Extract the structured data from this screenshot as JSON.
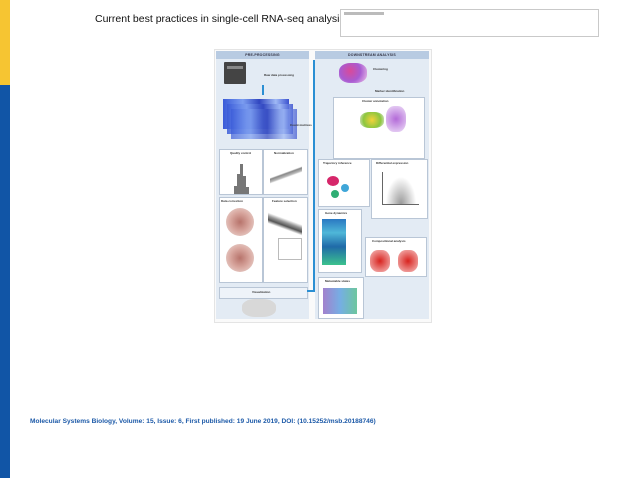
{
  "slide": {
    "title": "Current best practices in single-cell RNA-seq analysis: a tutorial",
    "caption": "Molecular Systems Biology, Volume: 15, Issue: 6, First published: 19 June 2019, DOI: (10.15252/msb.20188746)"
  },
  "figure": {
    "left_header": "PRE-PROCESSING",
    "right_header": "DOWNSTREAM ANALYSIS",
    "left_boxes": [
      "Raw data processing",
      "Count matrices",
      "Quality control",
      "Normalization",
      "Data correction",
      "Feature selection",
      "Visualization"
    ],
    "right_boxes": [
      "Clustering",
      "Marker identification",
      "Cluster annotation",
      "Trajectory inference",
      "Differential expression",
      "Gene dynamics",
      "Compositional analysis",
      "Metastable states"
    ]
  },
  "colors": {
    "left_bar": "#1155a6",
    "left_bar_accent": "#f6c532",
    "caption": "#1d5aa8",
    "flow_arrow": "#2b8fd3",
    "panel_bg": "#e3ebf4"
  }
}
